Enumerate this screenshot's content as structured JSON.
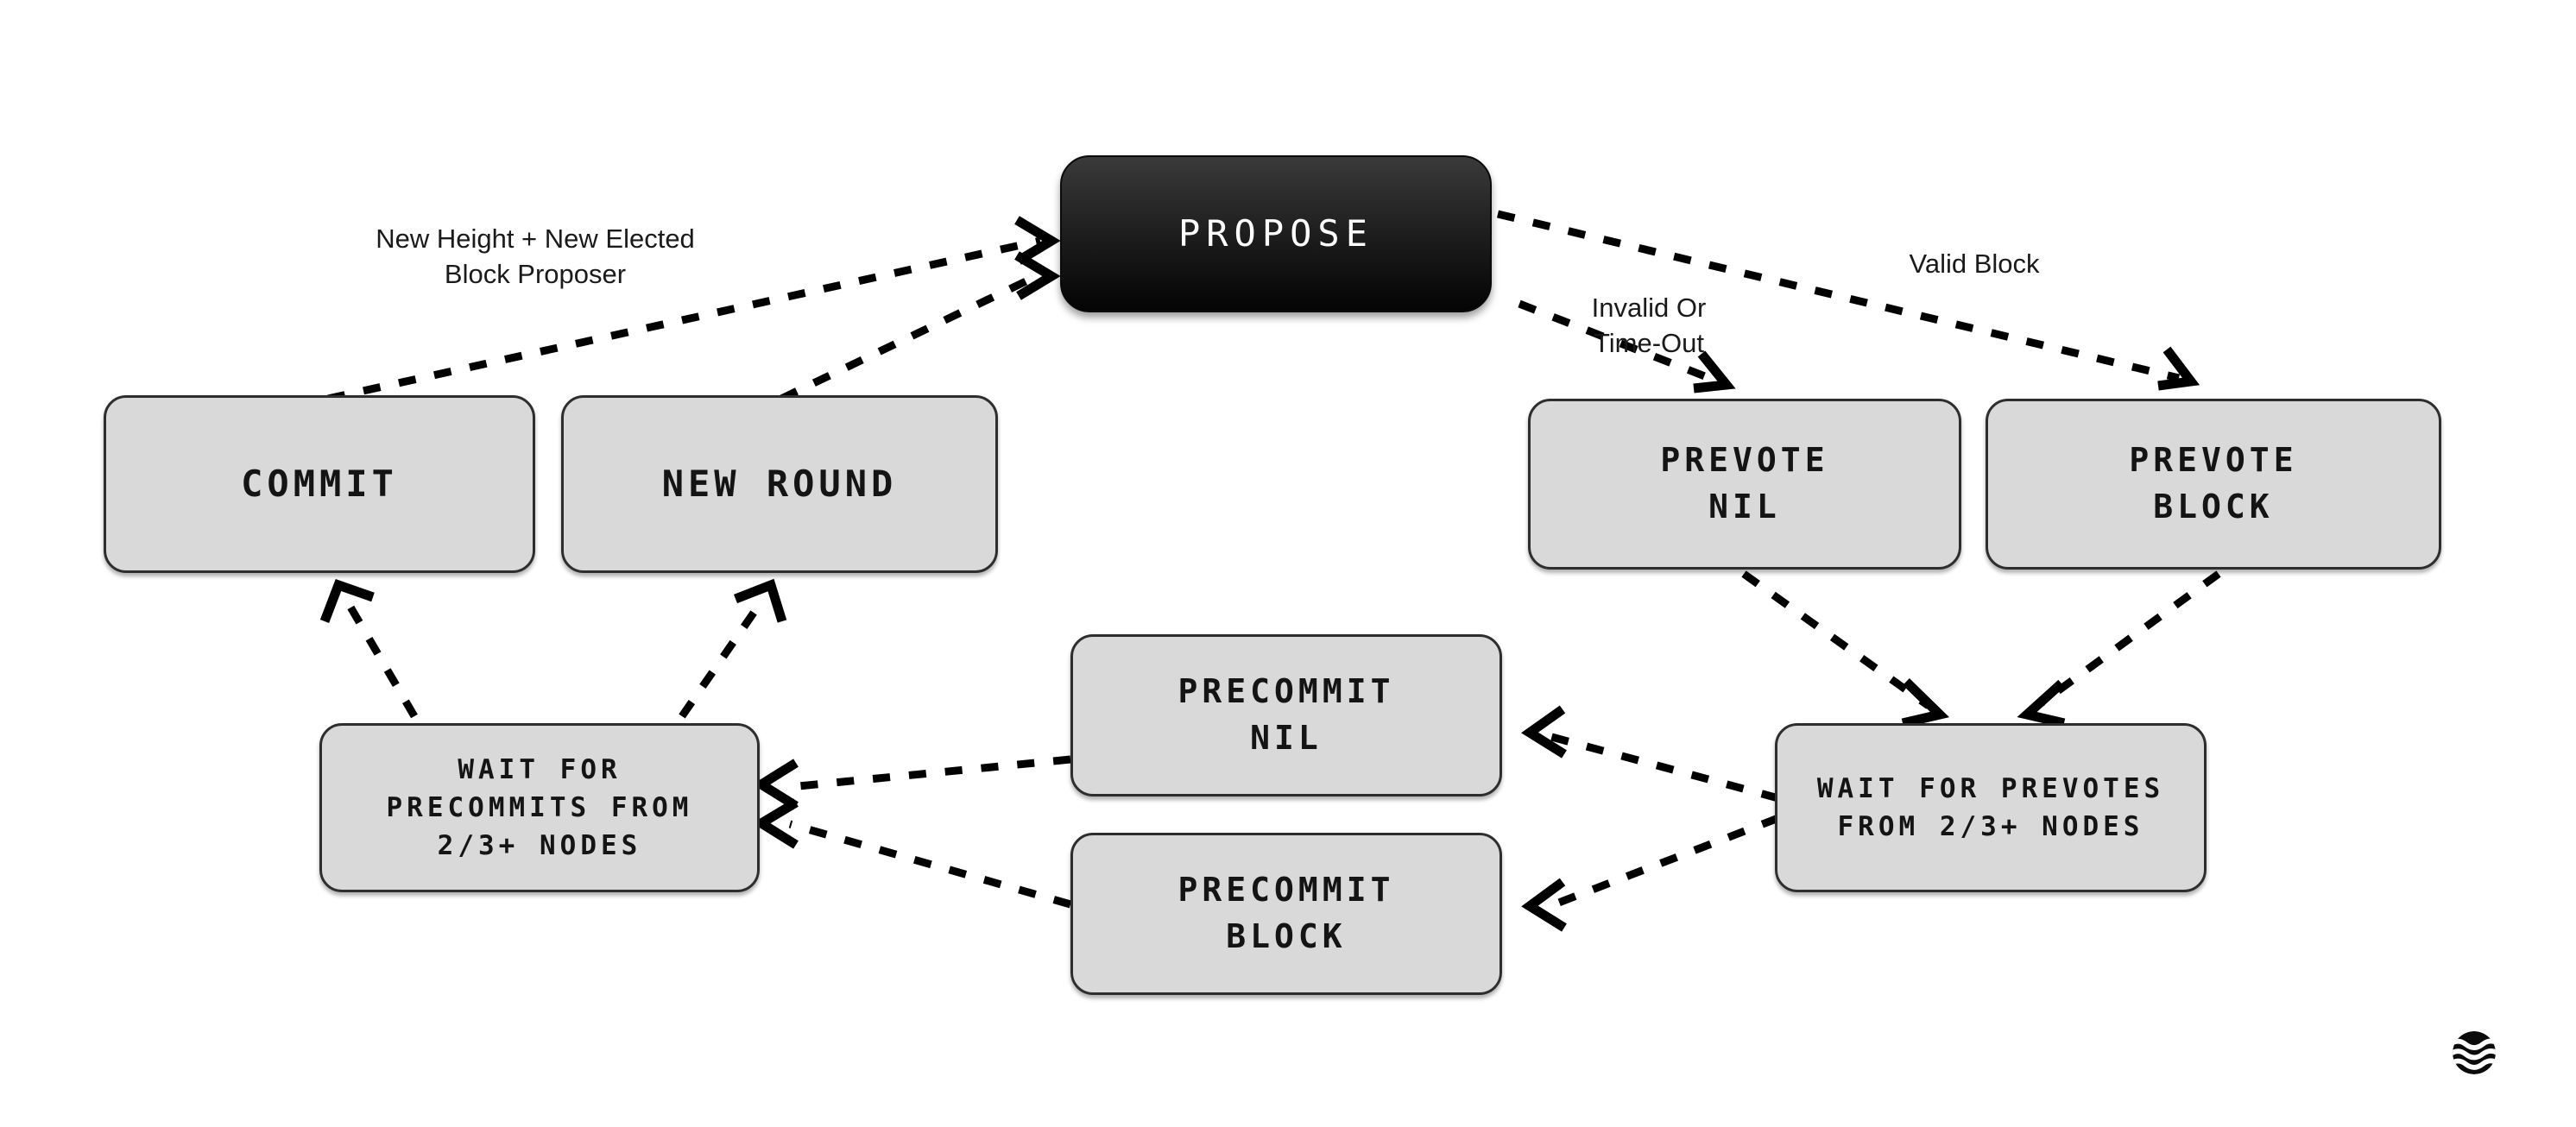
{
  "diagram": {
    "title": "Tendermint Consensus State Machine",
    "background_color": "#ffffff",
    "node_fill": "#d9d9d9",
    "node_stroke": "#2e2e2e",
    "active_node_fill": "#151515",
    "edge_color": "#000000",
    "edge_style": "dashed"
  },
  "nodes": {
    "propose": {
      "label": "PROPOSE",
      "state": "active"
    },
    "commit": {
      "label": "COMMIT",
      "state": "default"
    },
    "new_round": {
      "label": "NEW ROUND",
      "state": "default"
    },
    "prevote_nil": {
      "label": "PREVOTE\nNIL",
      "state": "default"
    },
    "prevote_block": {
      "label": "PREVOTE\nBLOCK",
      "state": "default"
    },
    "wait_precommits": {
      "label": "WAIT FOR\nPRECOMMITS FROM\n2/3+ NODES",
      "state": "default"
    },
    "wait_prevotes": {
      "label": "WAIT FOR PREVOTES\nFROM 2/3+ NODES",
      "state": "default"
    },
    "precommit_nil": {
      "label": "PRECOMMIT\nNIL",
      "state": "default"
    },
    "precommit_block": {
      "label": "PRECOMMIT\nBLOCK",
      "state": "default"
    }
  },
  "edge_labels": {
    "new_height": "New Height + New Elected\nBlock Proposer",
    "invalid_or_timeout": "Invalid Or\nTime-Out",
    "valid_block": "Valid Block"
  },
  "edges": [
    {
      "from": "commit",
      "to": "propose",
      "label": "New Height + New Elected Block Proposer"
    },
    {
      "from": "new_round",
      "to": "propose",
      "label": ""
    },
    {
      "from": "propose",
      "to": "prevote_nil",
      "label": "Invalid Or Time-Out"
    },
    {
      "from": "propose",
      "to": "prevote_block",
      "label": "Valid Block"
    },
    {
      "from": "prevote_nil",
      "to": "wait_prevotes",
      "label": ""
    },
    {
      "from": "prevote_block",
      "to": "wait_prevotes",
      "label": ""
    },
    {
      "from": "wait_prevotes",
      "to": "precommit_nil",
      "label": ""
    },
    {
      "from": "wait_prevotes",
      "to": "precommit_block",
      "label": ""
    },
    {
      "from": "precommit_nil",
      "to": "wait_precommits",
      "label": ""
    },
    {
      "from": "precommit_block",
      "to": "wait_precommits",
      "label": ""
    },
    {
      "from": "wait_precommits",
      "to": "commit",
      "label": ""
    },
    {
      "from": "wait_precommits",
      "to": "new_round",
      "label": ""
    }
  ],
  "brand": {
    "logo": "waves-circle-logo"
  }
}
